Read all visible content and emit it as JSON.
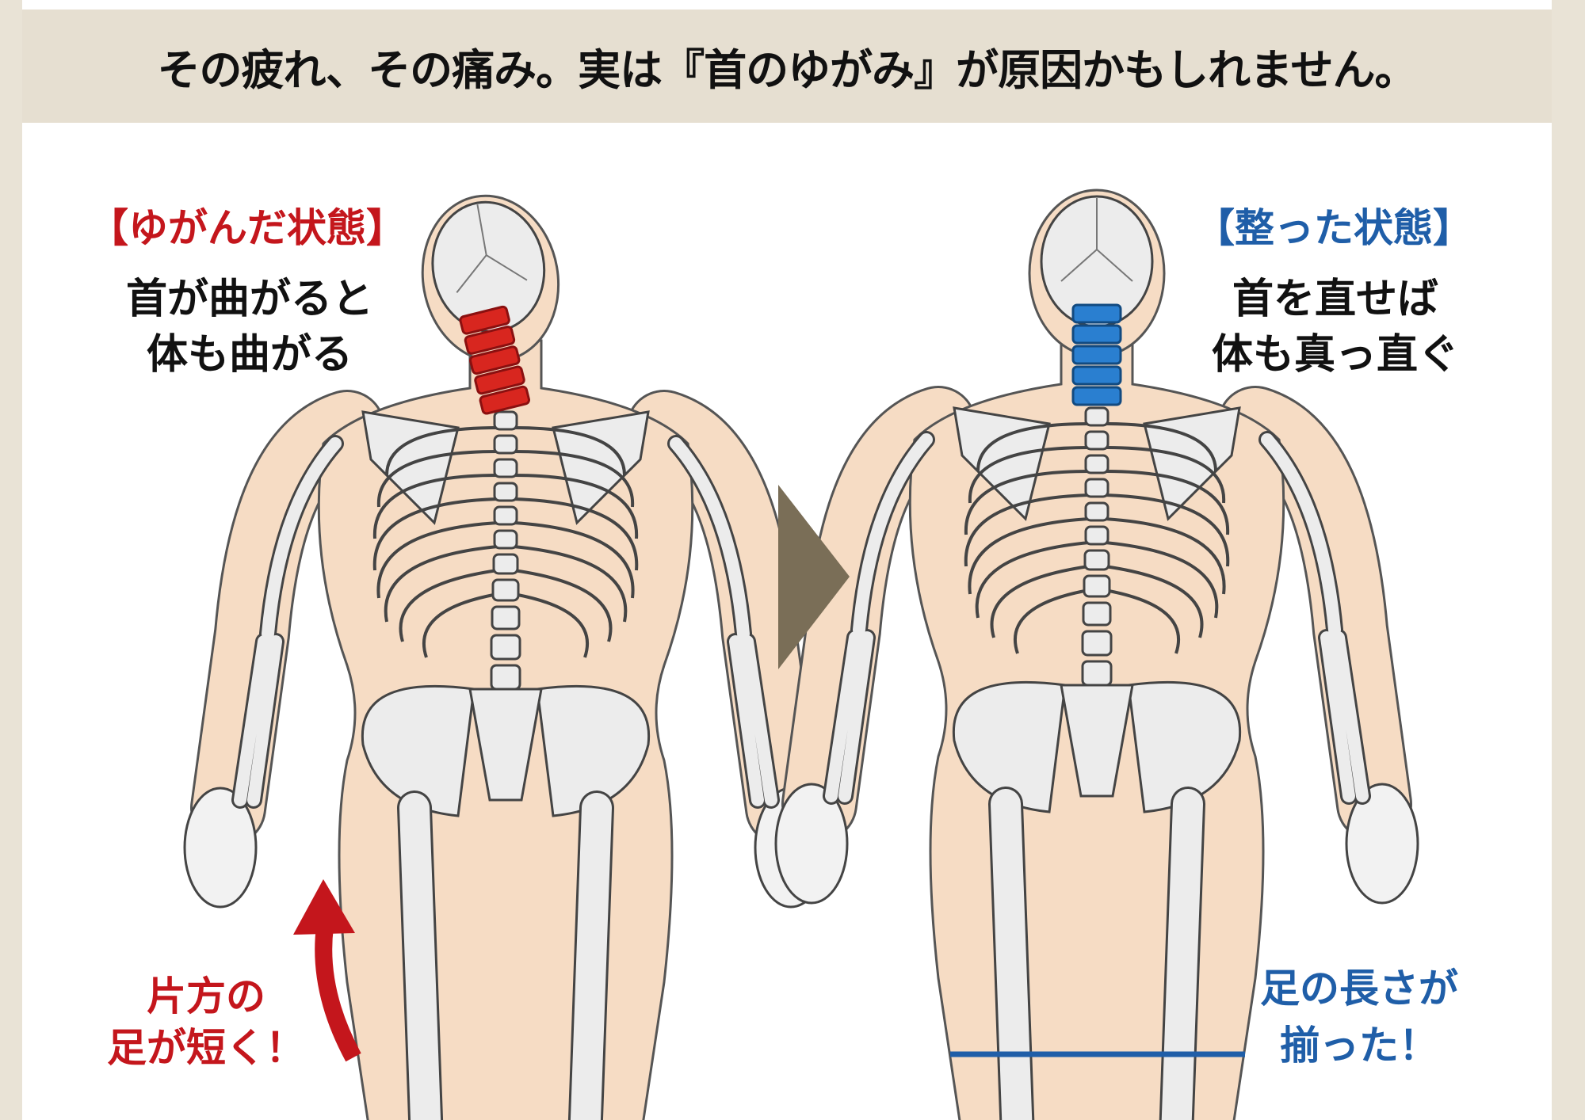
{
  "header": {
    "title": "その疲れ、その痛み。実は『首のゆがみ』が原因かもしれません。"
  },
  "left": {
    "state_label": "【ゆがんだ状態】",
    "caption_line1": "首が曲がると",
    "caption_line2": "体も曲がる",
    "note_line1": "片方の",
    "note_line2": "足が短く！"
  },
  "right": {
    "state_label": "【整った状態】",
    "caption_line1": "首を直せば",
    "caption_line2": "体も真っ直ぐ",
    "note_line1": "足の長さが",
    "note_line2": "揃った！"
  },
  "colors": {
    "bad": "#d8261f",
    "good": "#2a7fd0",
    "arrow": "#7a6e57",
    "skin": "#f6dcc4",
    "bone": "#ececec"
  }
}
